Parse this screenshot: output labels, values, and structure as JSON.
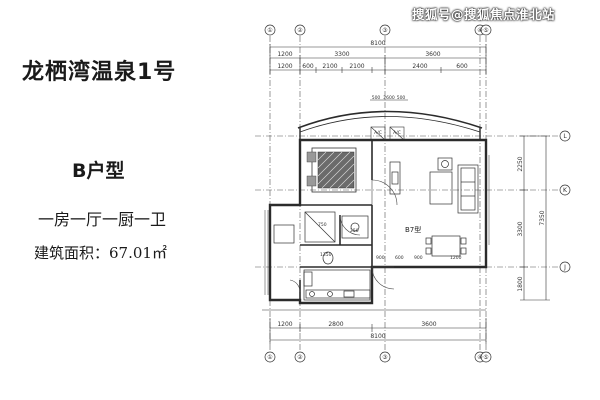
{
  "title": "龙栖湾温泉1号",
  "unit_type": "B户型",
  "layout": "一房一厅一厨一卫",
  "area": "建筑面积：67.01㎡",
  "watermark": "搜狐号@搜狐焦点淮北站",
  "plan": {
    "unit_label": "B7型",
    "top_total": "8100",
    "top_dims": [
      "1200",
      "3300",
      "3600"
    ],
    "top_dims_2": [
      "1200",
      "600",
      "2100",
      "2100",
      "2400",
      "600"
    ],
    "balcony_dims": [
      "500",
      "2600",
      "500"
    ],
    "bottom_dims": [
      "1200",
      "2800",
      "3600"
    ],
    "bottom_total": "8100",
    "right_dims": [
      "2250",
      "3300",
      "1800"
    ],
    "right_total": "7350",
    "interior_dims": [
      "750",
      "250",
      "1350",
      "900",
      "600",
      "900",
      "1200"
    ],
    "ac_labels": [
      "A/C",
      "A/C"
    ],
    "col_grid": [
      "①",
      "②",
      "③",
      "④",
      "⑤"
    ],
    "row_grid": [
      "L",
      "K",
      "J"
    ],
    "colors": {
      "line": "#3a3a3a",
      "wall": "#2b2b2b",
      "hatch": "#555555"
    }
  }
}
